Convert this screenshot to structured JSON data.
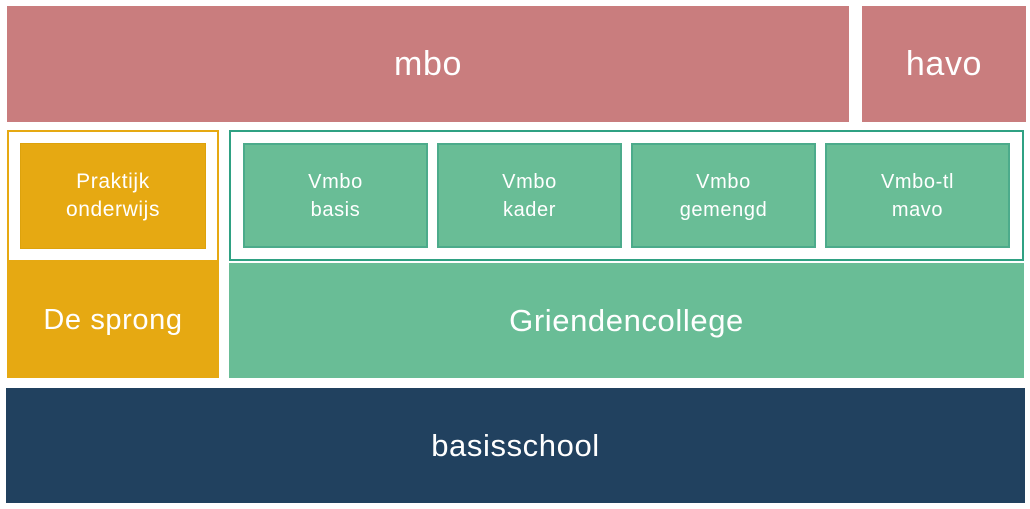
{
  "diagram": {
    "name": "education-structure-diagram",
    "colors": {
      "pink": "#c97d7e",
      "yellow": "#e6a912",
      "green": "#69bd96",
      "green_border": "#2fa183",
      "navy": "#21415f",
      "text": "#ffffff",
      "background": "#ffffff"
    },
    "top_row": {
      "mbo": "mbo",
      "havo": "havo"
    },
    "middle_row": {
      "praktijk_onderwijs": "Praktijk\nonderwijs",
      "de_sprong": "De sprong",
      "vmbo_tracks": [
        "Vmbo\nbasis",
        "Vmbo\nkader",
        "Vmbo\ngemengd",
        "Vmbo-tl\nmavo"
      ],
      "griendencollege": "Griendencollege"
    },
    "bottom_row": {
      "basisschool": "basisschool"
    }
  }
}
